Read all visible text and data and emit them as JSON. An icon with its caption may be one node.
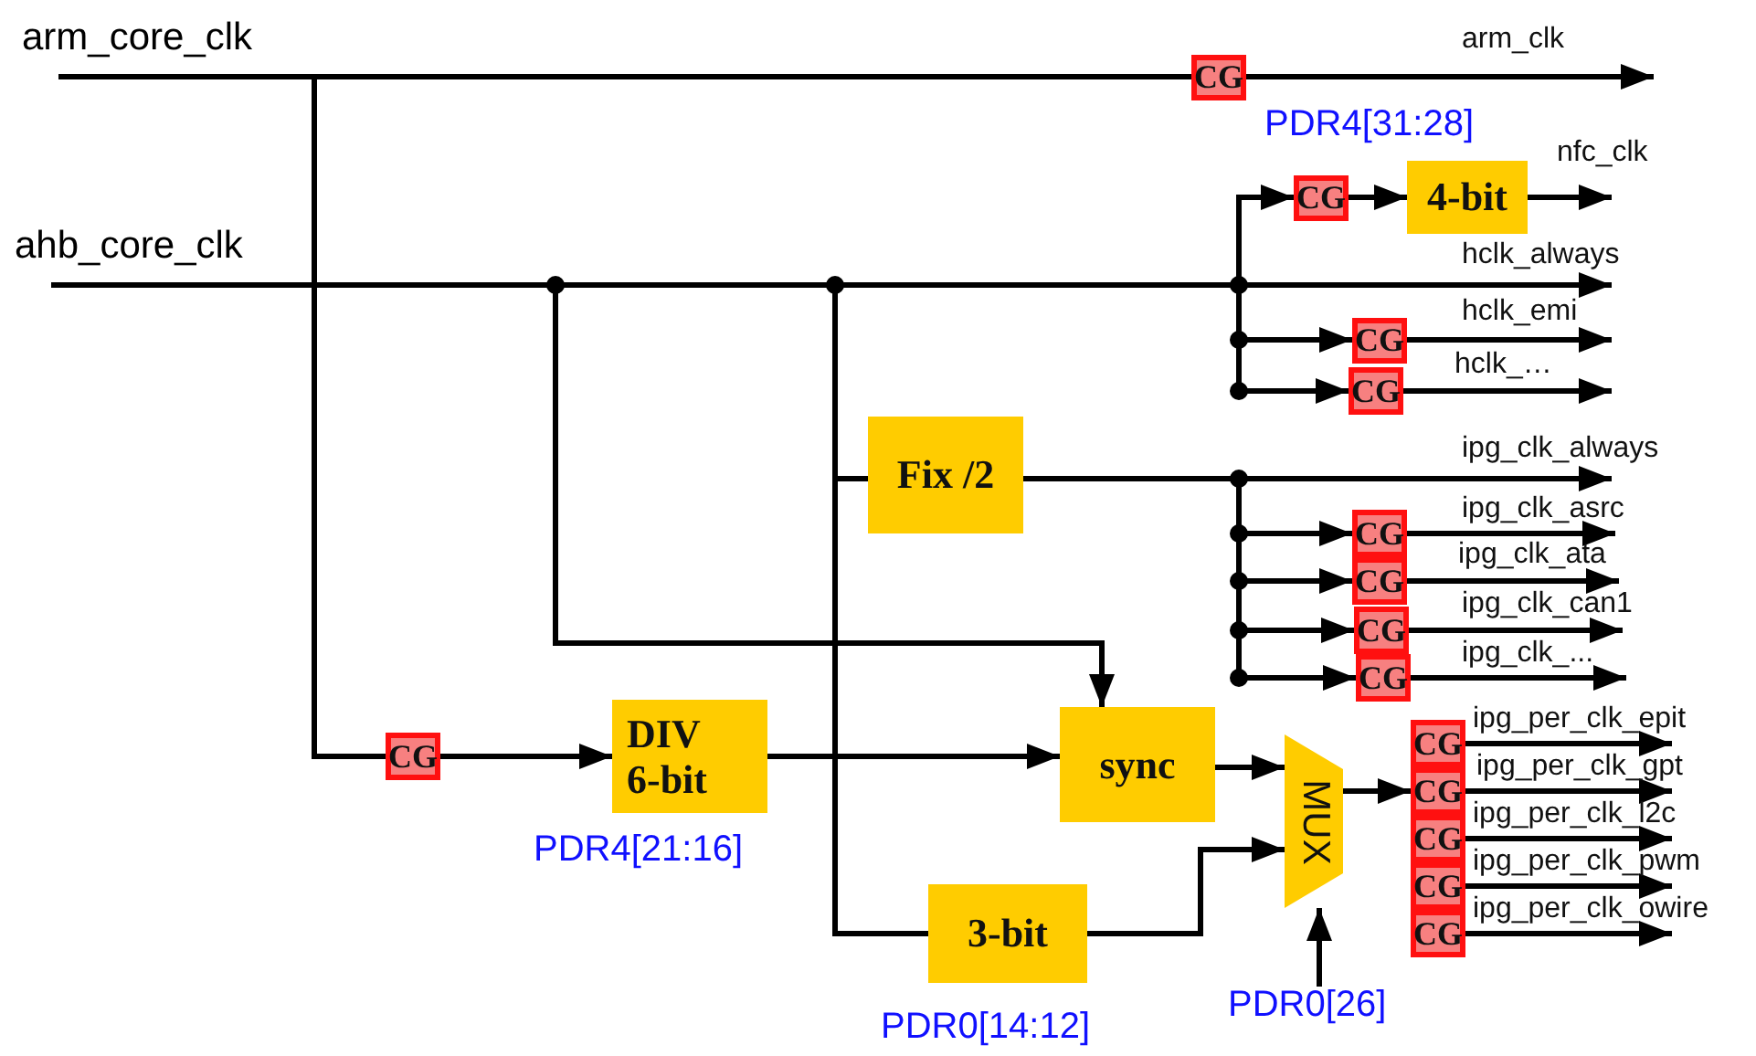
{
  "diagram": {
    "nodes": [
      {
        "text": [
          "arm_core_clk"
        ]
      },
      {
        "text": [
          "ahb_core_clk"
        ]
      },
      {
        "text": [
          "CG"
        ],
        "beside": [
          "PDR4[31:28]"
        ]
      },
      {
        "text": [
          "CG"
        ]
      },
      {
        "text": [
          "4-bit"
        ]
      },
      {
        "text": [
          "CG"
        ]
      },
      {
        "text": [
          "CG"
        ]
      },
      {
        "text": [
          "Fix /2"
        ]
      },
      {
        "text": [
          "CG"
        ]
      },
      {
        "text": [
          "CG"
        ]
      },
      {
        "text": [
          "CG"
        ]
      },
      {
        "text": [
          "CG"
        ]
      },
      {
        "text": [
          "CG"
        ]
      },
      {
        "text": [
          "DIV 6-bit"
        ],
        "beside": [
          "PDR4[21:16]"
        ]
      },
      {
        "text": [
          "sync"
        ]
      },
      {
        "text": [
          "3-bit"
        ],
        "beside": [
          "PDR0[14:12]"
        ]
      },
      {
        "text": [
          "MUX"
        ]
      },
      {
        "text": [
          "CG"
        ]
      },
      {
        "text": [
          "CG"
        ]
      },
      {
        "text": [
          "CG"
        ]
      },
      {
        "text": [
          "CG"
        ]
      },
      {
        "text": [
          "CG"
        ]
      },
      {
        "text": [
          "PDR0[26]"
        ]
      }
    ],
    "edges": [
      {
        "from": 0,
        "to": 2,
        "arrow": "none"
      },
      {
        "from": 2,
        "to": null,
        "arrow": "to",
        "label": "arm_clk"
      },
      {
        "from": 0,
        "to": 12,
        "arrow": "none"
      },
      {
        "from": 12,
        "to": 13,
        "arrow": "to"
      },
      {
        "from": 1,
        "to": 3,
        "arrow": "to"
      },
      {
        "from": 3,
        "to": 4,
        "arrow": "to"
      },
      {
        "from": 4,
        "to": null,
        "arrow": "to",
        "label": "nfc_clk"
      },
      {
        "from": 1,
        "to": null,
        "arrow": "to",
        "label": "hclk_always"
      },
      {
        "from": 1,
        "to": 5,
        "arrow": "to"
      },
      {
        "from": 5,
        "to": null,
        "arrow": "to",
        "label": "hclk_emi"
      },
      {
        "from": 1,
        "to": 6,
        "arrow": "to"
      },
      {
        "from": 6,
        "to": null,
        "arrow": "to",
        "label": "hclk_…"
      },
      {
        "from": 1,
        "to": 7,
        "arrow": "none"
      },
      {
        "from": 7,
        "to": null,
        "arrow": "to",
        "label": "ipg_clk_always"
      },
      {
        "from": 7,
        "to": 8,
        "arrow": "to"
      },
      {
        "from": 7,
        "to": 9,
        "arrow": "to"
      },
      {
        "from": 7,
        "to": 10,
        "arrow": "to"
      },
      {
        "from": 7,
        "to": 11,
        "arrow": "to"
      },
      {
        "from": 8,
        "to": null,
        "arrow": "to",
        "label": "ipg_clk_asrc"
      },
      {
        "from": 9,
        "to": null,
        "arrow": "to",
        "label": "ipg_clk_ata"
      },
      {
        "from": 10,
        "to": null,
        "arrow": "to",
        "label": "ipg_clk_can1"
      },
      {
        "from": 11,
        "to": null,
        "arrow": "to",
        "label": "ipg_clk_..."
      },
      {
        "from": 1,
        "to": 14,
        "arrow": "to"
      },
      {
        "from": 13,
        "to": 14,
        "arrow": "to"
      },
      {
        "from": 1,
        "to": 15,
        "arrow": "none"
      },
      {
        "from": 14,
        "to": 16,
        "arrow": "to"
      },
      {
        "from": 15,
        "to": 16,
        "arrow": "to"
      },
      {
        "from": 22,
        "to": 16,
        "arrow": "to"
      },
      {
        "from": 16,
        "to": 18,
        "arrow": "to"
      },
      {
        "from": 17,
        "to": null,
        "arrow": "to",
        "label": "ipg_per_clk_epit"
      },
      {
        "from": 18,
        "to": null,
        "arrow": "to",
        "label": "ipg_per_clk_gpt"
      },
      {
        "from": 19,
        "to": null,
        "arrow": "to",
        "label": "ipg_per_clk_l2c"
      },
      {
        "from": 20,
        "to": null,
        "arrow": "to",
        "label": "ipg_per_clk_pwm"
      },
      {
        "from": 21,
        "to": null,
        "arrow": "to",
        "label": "ipg_per_clk_owire"
      }
    ]
  }
}
